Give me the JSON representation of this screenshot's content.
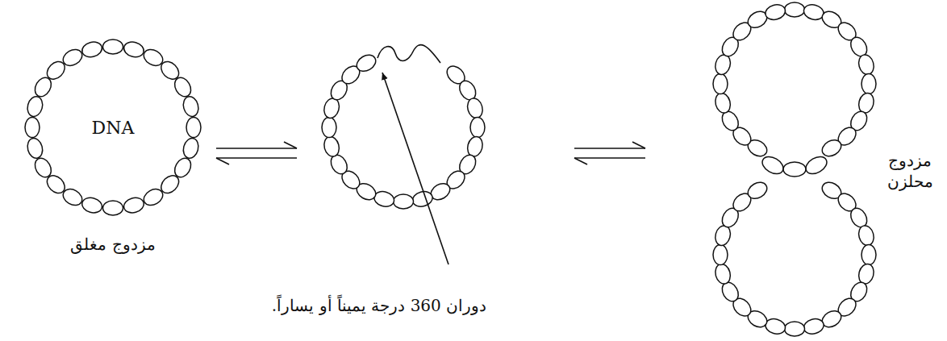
{
  "diagram": {
    "nodes": [
      {
        "text": [
          "DNA"
        ]
      }
    ],
    "labels": [
      "مزدوج مغلق",
      "دوران 360 درجة يميناً أو يساراً.",
      "مزدوج محلزن"
    ]
  }
}
